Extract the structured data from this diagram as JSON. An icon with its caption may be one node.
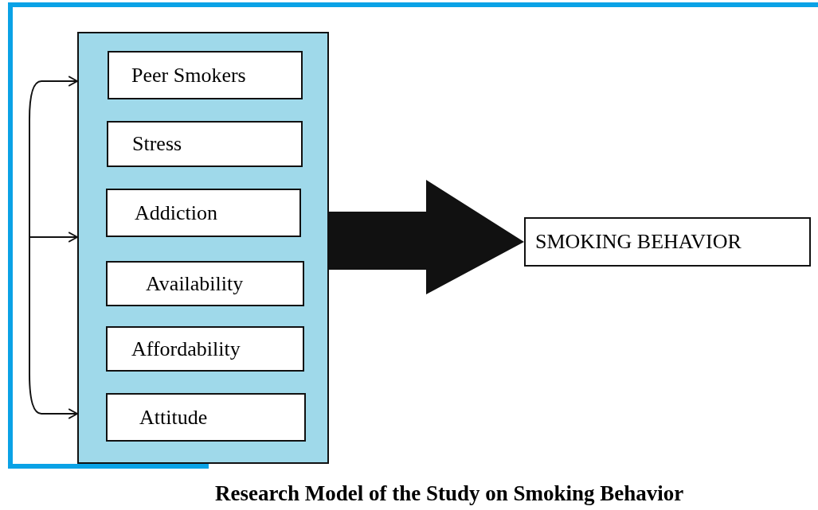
{
  "diagram": {
    "caption": "Research Model of the Study on Smoking Behavior",
    "nodes": [
      {
        "text": [],
        "shape": "box"
      },
      {
        "text": [
          "Peer Smokers"
        ],
        "in": 0
      },
      {
        "text": [
          "Stress"
        ],
        "in": 0
      },
      {
        "text": [
          "Addiction"
        ],
        "in": 0
      },
      {
        "text": [
          "Availability"
        ],
        "in": 0
      },
      {
        "text": [
          "Affordability"
        ],
        "in": 0
      },
      {
        "text": [
          "Attitude"
        ],
        "in": 0
      },
      {
        "text": [
          "SMOKING BEHAVIOR"
        ]
      }
    ],
    "edges": [
      {
        "from": 0,
        "to": 7,
        "arrow": "to",
        "style": "thick"
      },
      {
        "from": null,
        "to": 0,
        "arrow": "to"
      },
      {
        "from": null,
        "to": 0,
        "arrow": "to"
      },
      {
        "from": null,
        "to": 0,
        "arrow": "to"
      }
    ]
  }
}
